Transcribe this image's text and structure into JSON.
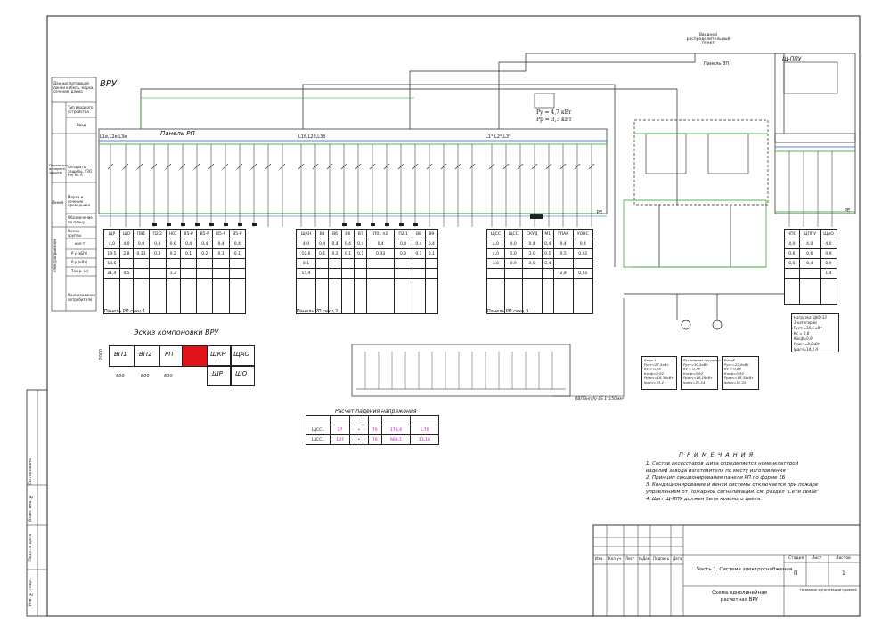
{
  "main_title": "ВРУ",
  "left_legend": {
    "rows": [
      "Данные питающей линии кабель, марка, сечение, длина",
      "Тип вводного устройства",
      "Ввод",
      "Аппараты защиты, УЗО Iнп In, А",
      "Марка и сечение проводника",
      "Обозначение по плану",
      "Номер группы",
      "кол-т",
      "Р у (кВт)",
      "Р р (кВт)",
      "Ток р. (А)",
      "Наименование потребителя"
    ],
    "side_labels": [
      "Параметры аппарата защиты",
      "Линия",
      "Электроприемник"
    ]
  },
  "panels": {
    "rp": "Панель  РП",
    "feeder_labels": [
      "L1e,L2e,L3e",
      "L1б,L2б,L3б",
      "L1°,L2°,L3°"
    ],
    "section_labels": [
      "Панель РП секц.1",
      "Панель РП секц.2",
      "Панель РП секц.3"
    ],
    "vpu": "Панель ВП",
    "shch_ppu": "Щ-ППУ",
    "vru_label": "Вводной распределительный пункт",
    "pe": "PE"
  },
  "section1": {
    "names": [
      "ЩР",
      "ЩО",
      "ПВ1",
      "П2.2",
      "Н01",
      "В5-Р",
      "В5-Р",
      "В5-Р",
      "В5-Р"
    ],
    "qty": [
      "4,0",
      "4,0",
      "0,8",
      "0,4",
      "0,6",
      "0,4",
      "0,4",
      "0,4",
      "0,4"
    ],
    "pu": [
      "19,5",
      "2,8",
      "0,33",
      "0,3",
      "0,2",
      "0,1",
      "0,2",
      "0,1",
      "0,1"
    ],
    "pp": [
      "13,6",
      "",
      "",
      "",
      "",
      "",
      "",
      "",
      ""
    ],
    "ip": [
      "21,4",
      "4,5",
      "",
      "",
      "1,3",
      "",
      "",
      "",
      ""
    ]
  },
  "section2": {
    "names": [
      "ЩКН",
      "В4",
      "В6",
      "В6",
      "В7",
      "П01 п2",
      "П2.1",
      "В8",
      "В9"
    ],
    "qty": [
      "4,0",
      "0,4",
      "0,4",
      "0,4",
      "0,4",
      "0,4",
      "0,4",
      "0,4",
      "0,4"
    ],
    "pu": [
      "10,6",
      "0,1",
      "0,2",
      "0,1",
      "0,1",
      "0,33",
      "0,3",
      "0,1",
      "0,1"
    ],
    "pp": [
      "8,1",
      "",
      "",
      "",
      "",
      "",
      "",
      "",
      ""
    ],
    "ip": [
      "15,4",
      "",
      "",
      "",
      "",
      "",
      "",
      "",
      ""
    ]
  },
  "section3": {
    "names": [
      "ЩСС",
      "ЩСС",
      "СКУД",
      "М1",
      "УПАК",
      "УОНС"
    ],
    "qty": [
      "4,0",
      "4,0",
      "0,4",
      "0,4",
      "0,4",
      "0,4"
    ],
    "pu": [
      "4,0",
      "1,0",
      "3,0",
      "0,5",
      "0,5",
      "0,02"
    ],
    "pp": [
      "3,6",
      "0,9",
      "3,0",
      "0,4",
      "",
      ""
    ],
    "ip": [
      "",
      "",
      "",
      "",
      "2,8",
      "0,02"
    ]
  },
  "shch_ppu_table": {
    "names": [
      "НПС",
      "ЩППУ",
      "ЩАО"
    ],
    "qty": [
      "4,0",
      "4,0",
      "4,0"
    ],
    "pu": [
      "0,6",
      "0,6",
      "0,9"
    ],
    "pp": [
      "0,6",
      "0,4",
      "0,9"
    ],
    "ip": [
      "",
      "",
      "1,4"
    ]
  },
  "power_box": {
    "line1": "Ру = 4,7 кВт",
    "line2": "Рр = 3,3 кВт"
  },
  "layout_sketch": {
    "title": "Эскиз компоновки ВРУ",
    "cells": [
      "ВП1",
      "ВП2",
      "РП",
      "ЩКН",
      "ЩАО",
      "ЩР",
      "ЩО"
    ],
    "widths": [
      "600",
      "600",
      "600"
    ],
    "height_label": "2000"
  },
  "voltage_drop": {
    "title": "Расчет падения напряжения",
    "rows": [
      [
        "ЩСС1",
        "17",
        "-",
        "•",
        "-",
        "70",
        "178,4",
        "1,70"
      ],
      [
        "ЩСС1",
        "137",
        "-",
        "•",
        "-",
        "70",
        "668,1",
        "13,10"
      ]
    ]
  },
  "notes": {
    "title": "П Р И М Е Ч А Н И Я",
    "items": [
      "1. Состав аксессуаров щита определяется номенклатурой изделий завода изготовителя по месту изготовления",
      "2. Принцип секционирования панели РП по форме 1Б",
      "3. Кондиционирование и венти системы отключается при пожаре управлением от Пожарной сигнализации. см. раздел \"Сети связи\"",
      "4. Щит Щ-ППУ должен быть красного цвета."
    ]
  },
  "calc_boxes": [
    [
      "Ввод 1",
      "Руст=27,5кВт",
      "Кс = 0,78",
      "Косф=0,92",
      "Ррасч=18,36кВт",
      "Iрасч=33,4"
    ],
    [
      "Суммарная нагрузка",
      "Руст=30,5кВт",
      "Кс = 0,78",
      "Косф=0,92",
      "Ррасч=18,19кВт",
      "Iрасч=31,44"
    ],
    [
      "Ввод2",
      "Руст=22,8кВт",
      "Кс = 0,86",
      "Косф=0,92",
      "Ррасч=18,35кВт",
      "Iрасч=31,25"
    ]
  ],
  "load_note": [
    "Нагрузка ЩКУ-33",
    "1 категории",
    "Руст.=10,5 кВт",
    "Кс = 0,8",
    "Косф=0,9",
    "Ррасч=8,0кВт",
    "Iрасч=14,3 А"
  ],
  "title_block": {
    "headers": [
      "Изм.",
      "Кол.уч.",
      "Лист",
      "№Док.",
      "Подпись",
      "Дата"
    ],
    "project": "Часть 1. Система электроснабжения",
    "drawing": "Схема однолинейная расчетная ВРУ",
    "stage_label": "Стадия",
    "sheet_label": "Лист",
    "sheets_label": "Листов",
    "stage": "П",
    "sheets": "1",
    "org": "Название организации проекта"
  },
  "left_strip": [
    "Согласовано",
    "Взам. инв. №",
    "Подп. и дата",
    "Инв. № подл."
  ],
  "bottom_cable": "ПВПВнг(А)-LS 1*150мм²",
  "colors": {
    "green": "#1aa31a",
    "blue": "#2255dd",
    "red": "#e3131b",
    "magenta": "#c000c0",
    "line": "#222222"
  }
}
